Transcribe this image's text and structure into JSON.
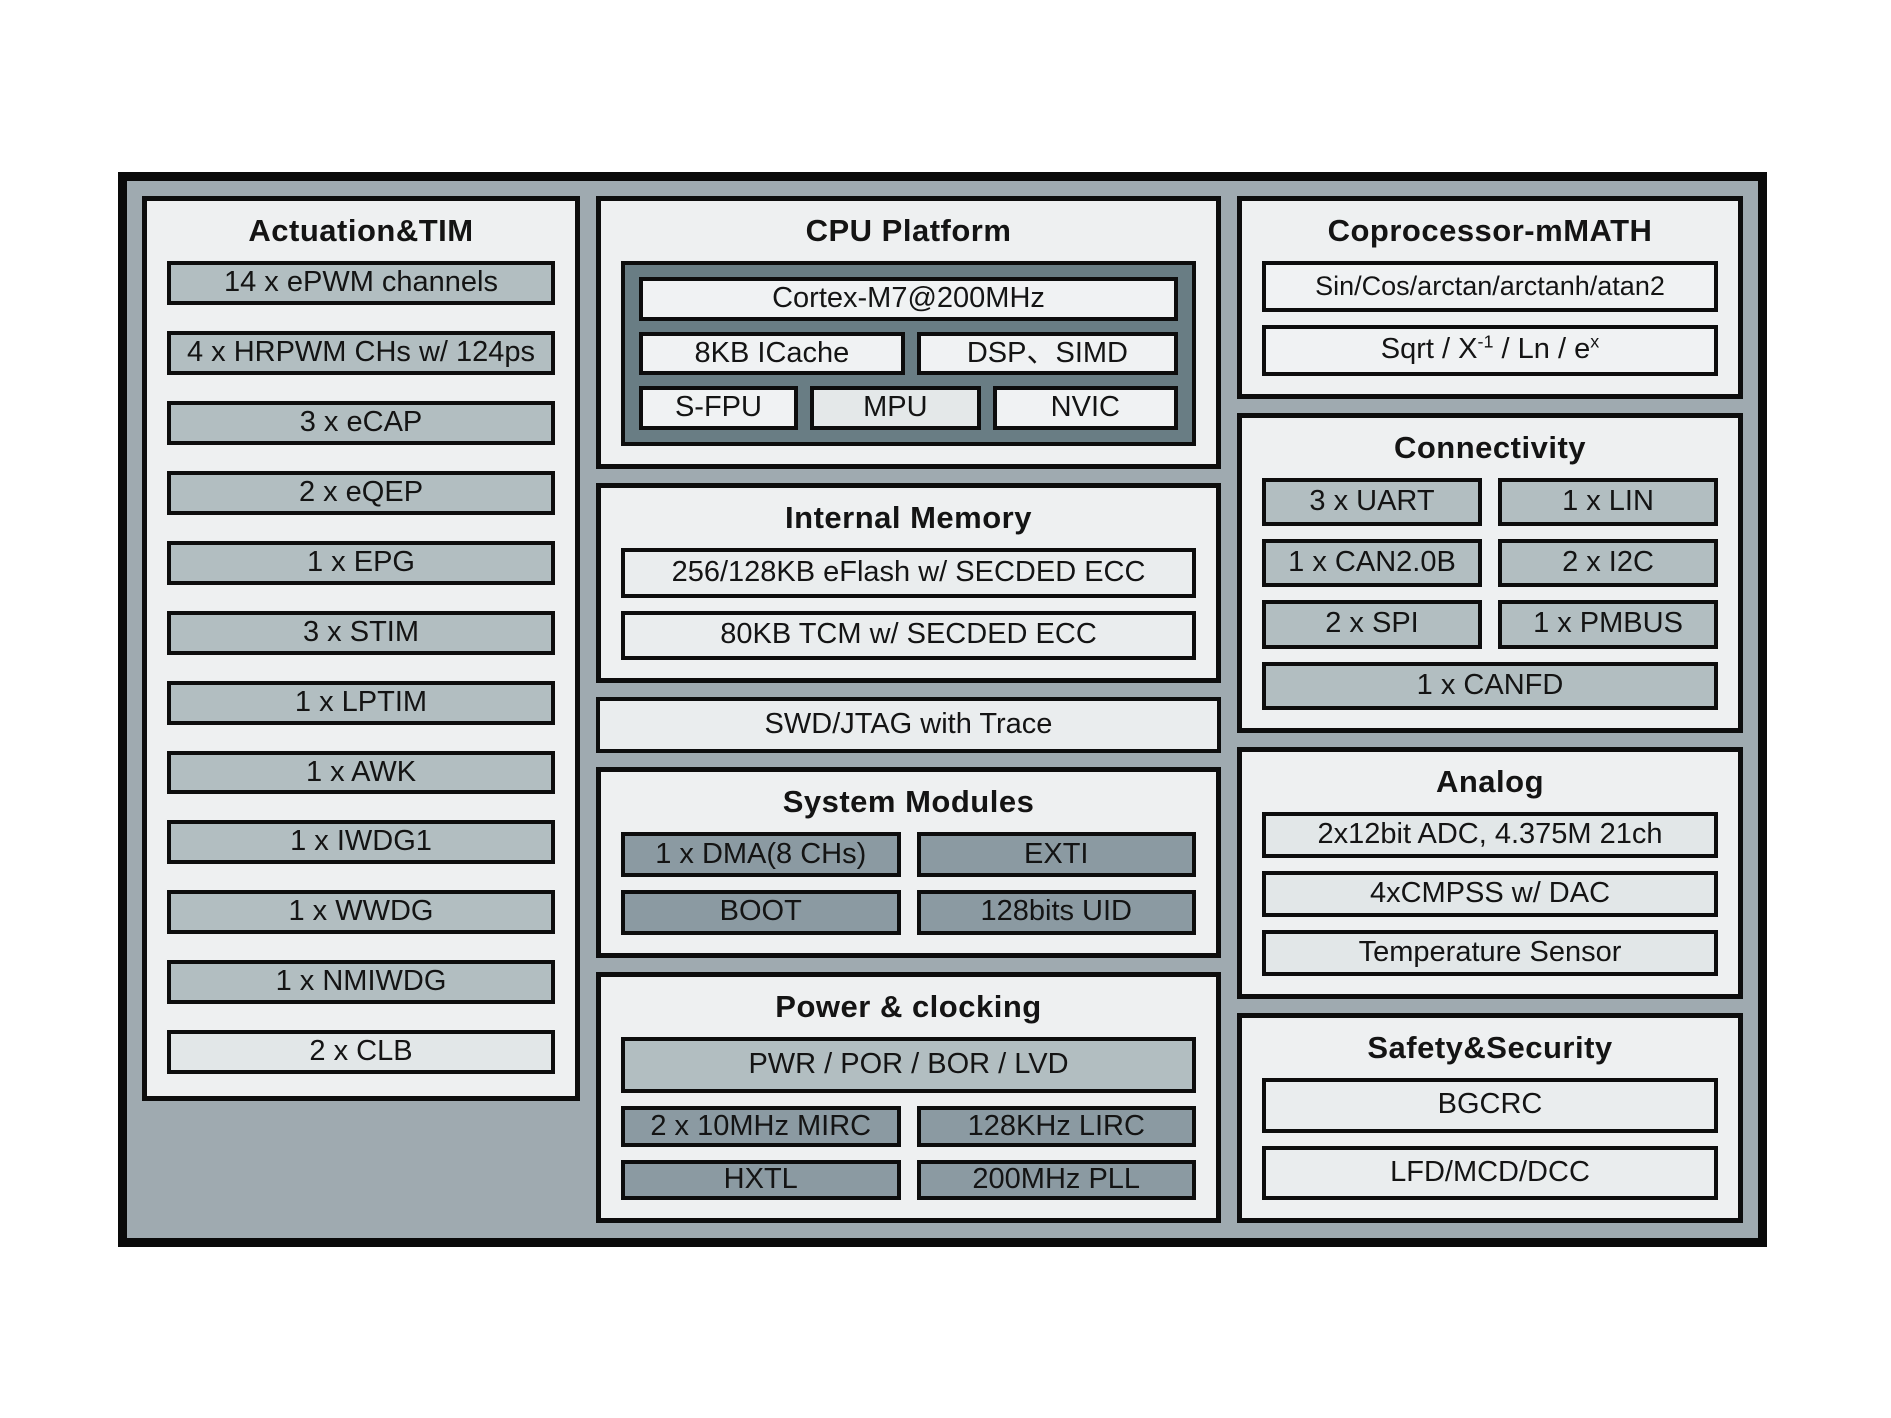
{
  "colors": {
    "page_bg": "#ffffff",
    "frame_band": "#9faab0",
    "frame_border": "#0a0a0a",
    "panel_bg": "#eef0f1",
    "box_medium": "#b2bec1",
    "box_dark": "#8b9aa2",
    "box_pale": "#e2e7e8",
    "box_light": "#eaedee",
    "cpu_container": "#697d84"
  },
  "left": {
    "title": "Actuation&TIM",
    "items": [
      "14 x ePWM channels",
      "4 x HRPWM CHs w/ 124ps",
      "3 x eCAP",
      "2 x eQEP",
      "1 x EPG",
      "3 x STIM",
      "1 x LPTIM",
      "1 x AWK",
      "1 x IWDG1",
      "1 x WWDG",
      "1 x NMIWDG",
      "2 x CLB"
    ]
  },
  "middle": {
    "cpu": {
      "title": "CPU Platform",
      "core": "Cortex-M7@200MHz",
      "row2": [
        "8KB ICache",
        "DSP、SIMD"
      ],
      "row3": [
        "S-FPU",
        "MPU",
        "NVIC"
      ]
    },
    "memory": {
      "title": "Internal Memory",
      "items": [
        "256/128KB eFlash w/ SECDED ECC",
        "80KB TCM w/ SECDED ECC"
      ]
    },
    "debug": {
      "label": "SWD/JTAG with Trace"
    },
    "system": {
      "title": "System Modules",
      "items": [
        "1 x DMA(8 CHs)",
        "EXTI",
        "BOOT",
        "128bits UID"
      ]
    },
    "power": {
      "title": "Power & clocking",
      "wide": "PWR / POR / BOR / LVD",
      "items": [
        "2 x 10MHz MIRC",
        "128KHz LIRC",
        "HXTL",
        "200MHz PLL"
      ]
    }
  },
  "right": {
    "coprocessor": {
      "title": "Coprocessor-mMATH",
      "item1": "Sin/Cos/arctan/arctanh/atan2",
      "formula": {
        "p1": "Sqrt / X",
        "sup1": "-1",
        "p2": " / Ln / e",
        "sup2": "x"
      }
    },
    "connectivity": {
      "title": "Connectivity",
      "grid": [
        "3 x UART",
        "1 x LIN",
        "1 x CAN2.0B",
        "2 x I2C",
        "2 x SPI",
        "1 x PMBUS"
      ],
      "wide": "1 x CANFD"
    },
    "analog": {
      "title": "Analog",
      "items": [
        "2x12bit ADC, 4.375M 21ch",
        "4xCMPSS w/ DAC",
        "Temperature Sensor"
      ]
    },
    "safety": {
      "title": "Safety&Security",
      "items": [
        "BGCRC",
        "LFD/MCD/DCC"
      ]
    }
  }
}
